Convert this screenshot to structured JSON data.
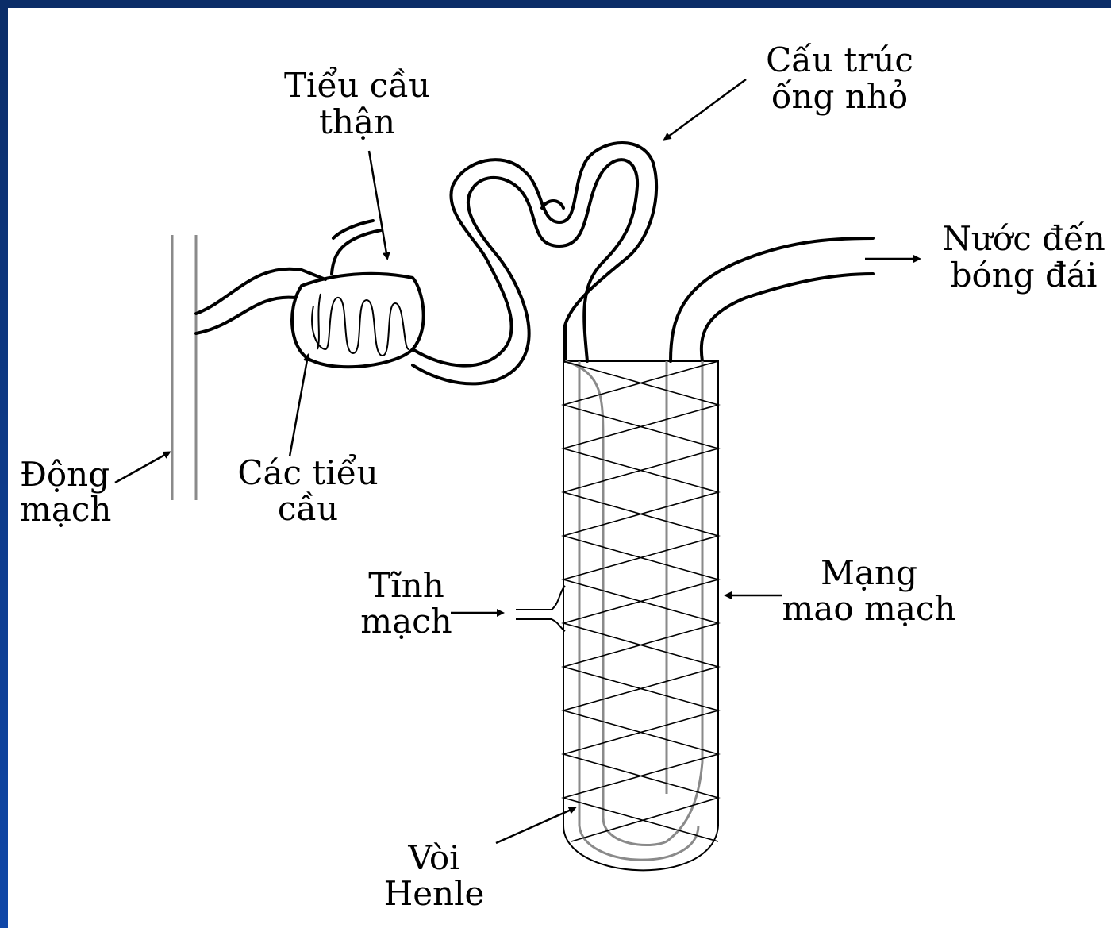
{
  "labels": {
    "tieu_cau_than": [
      "Tiểu cầu",
      "thận"
    ],
    "cau_truc_ong_nho": [
      "Cấu trúc",
      "ống nhỏ"
    ],
    "nuoc_den_bong_dai": [
      "Nước đến",
      "bóng đái"
    ],
    "dong_mach": [
      "Động",
      "mạch"
    ],
    "cac_tieu_cau": [
      "Các tiểu",
      "cầu"
    ],
    "tinh_mach": [
      "Tĩnh",
      "mạch"
    ],
    "mang_mao_mach": [
      "Mạng",
      "mao mạch"
    ],
    "voi_henle": [
      "Vòi",
      "Henle"
    ]
  },
  "colors": {
    "frame": "#0b2d68",
    "background": "#ffffff",
    "line": "#000000",
    "vessel": "#8a8a8a"
  }
}
